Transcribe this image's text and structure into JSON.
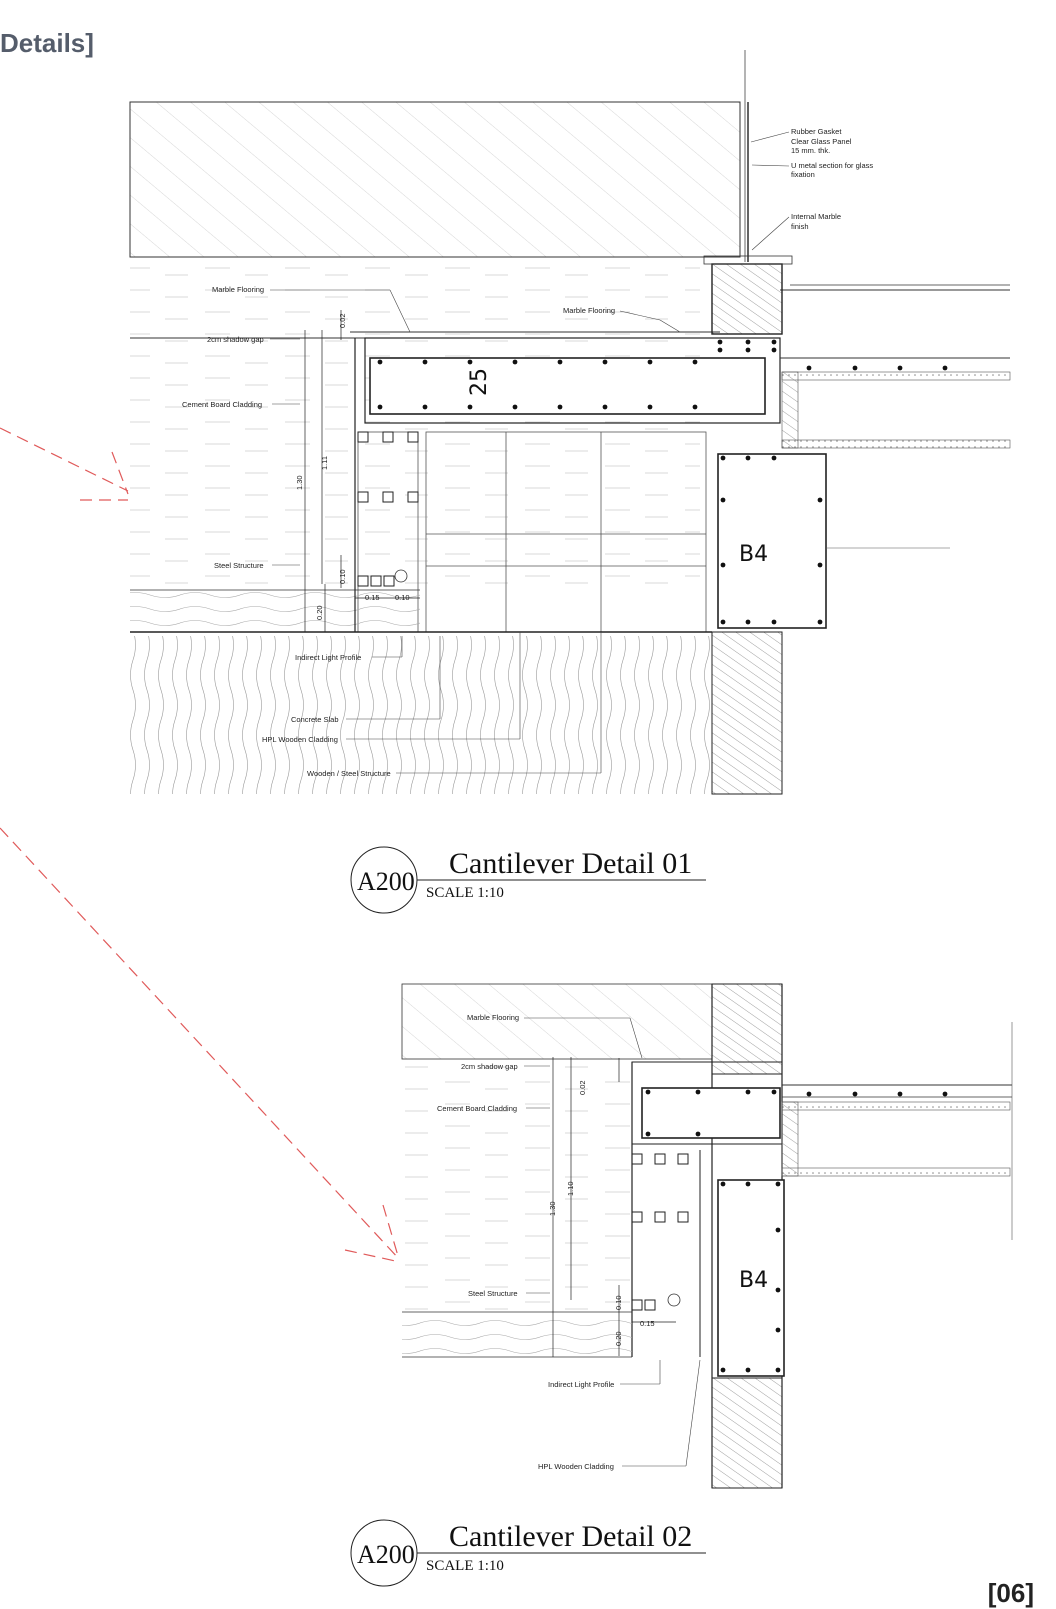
{
  "header": {
    "title": "Details]",
    "page_number": "[06]"
  },
  "detail1": {
    "code": "A200",
    "title": "Cantilever Detail 01",
    "scale": "SCALE 1:10",
    "beam_depth": "25",
    "beam_tag": "B4",
    "labels": {
      "marble_flooring_left": "Marble Flooring",
      "marble_flooring_right": "Marble Flooring",
      "shadow_gap": "2cm shadow gap",
      "cement_board": "Cement Board Cladding",
      "steel_structure": "Steel Structure",
      "indirect_light": "Indirect Light Profile",
      "concrete_slab": "Concrete Slab",
      "hpl_cladding": "HPL Wooden Cladding",
      "wood_steel": "Wooden / Steel Structure",
      "rubber_gasket_1": "Rubber Gasket",
      "rubber_gasket_2": "Clear Glass Panel",
      "rubber_gasket_3": "15 mm. thk.",
      "u_metal_1": "U metal section for glass",
      "u_metal_2": "fixation",
      "internal_marble_1": "Internal Marble",
      "internal_marble_2": "finish"
    },
    "dims": {
      "d002": "0.02",
      "d111": "1.11",
      "d130": "1.30",
      "d010": "0.10",
      "d020": "0.20",
      "d015": "0.15",
      "d010b": "0.10"
    }
  },
  "detail2": {
    "code": "A200",
    "title": "Cantilever Detail 02",
    "scale": "SCALE 1:10",
    "beam_tag": "B4",
    "labels": {
      "marble_flooring": "Marble Flooring",
      "shadow_gap": "2cm shadow gap",
      "cement_board": "Cement Board Cladding",
      "steel_structure": "Steel Structure",
      "indirect_light": "Indirect Light Profile",
      "hpl_cladding": "HPL Wooden Cladding"
    },
    "dims": {
      "d002": "0.02",
      "d110": "1.10",
      "d130": "1.30",
      "d010": "0.10",
      "d020": "0.20",
      "d015": "0.15"
    }
  },
  "colors": {
    "arrow": "#e05a5a",
    "ink": "#222222",
    "title_gray": "#555d6b"
  }
}
